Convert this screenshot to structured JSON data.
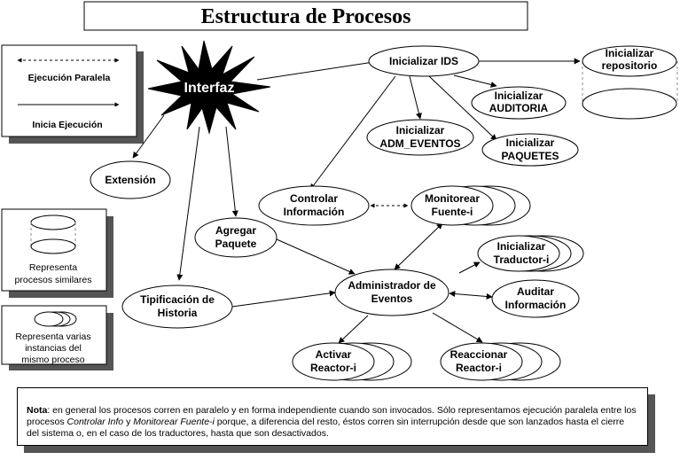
{
  "title": "Estructura de Procesos",
  "legend": {
    "paralelo": "Ejecución Paralela",
    "inicia": "Inicia Ejecución",
    "similares": [
      "Representa",
      "procesos similares"
    ],
    "instancias": [
      "Representa varias",
      "instancias del",
      "mismo proceso"
    ]
  },
  "nodes": {
    "interfaz": [
      "Interfaz"
    ],
    "inicializar_ids": [
      "Inicializar IDS"
    ],
    "inicializar_repositorio": [
      "Inicializar",
      "repositorio"
    ],
    "inicializar_auditoria": [
      "Inicializar",
      "AUDITORIA"
    ],
    "inicializar_adm_eventos": [
      "Inicializar",
      "ADM_EVENTOS"
    ],
    "inicializar_paquetes": [
      "Inicializar",
      "PAQUETES"
    ],
    "extension": [
      "Extensión"
    ],
    "controlar_informacion": [
      "Controlar",
      "Información"
    ],
    "monitorear_fuente": [
      "Monitorear",
      "Fuente-i"
    ],
    "agregar_paquete": [
      "Agregar",
      "Paquete"
    ],
    "inicializar_traductor": [
      "Inicializar",
      "Traductor-i"
    ],
    "tipificacion_historia": [
      "Tipificación de",
      "Historia"
    ],
    "administrador_eventos": [
      "Administrador de",
      "Eventos"
    ],
    "auditar_informacion": [
      "Auditar",
      "Información"
    ],
    "activar_reactor": [
      "Activar",
      "Reactor-i"
    ],
    "reaccionar_reactor": [
      "Reaccionar",
      "Reactor-i"
    ]
  },
  "note": {
    "label": "Nota",
    "p1": ": en general los procesos corren en paralelo y en forma independiente cuando son invocados. Sólo representamos ejecución paralela entre los procesos ",
    "em1": "Controlar Info",
    "p2": " y ",
    "em2": "Monitorear Fuente-i",
    "p3": " porque, a diferencia del resto, éstos corren sin interrupción desde que son lanzados hasta el cierre del sistema o, en el caso de los traductores, hasta que son desactivados."
  }
}
